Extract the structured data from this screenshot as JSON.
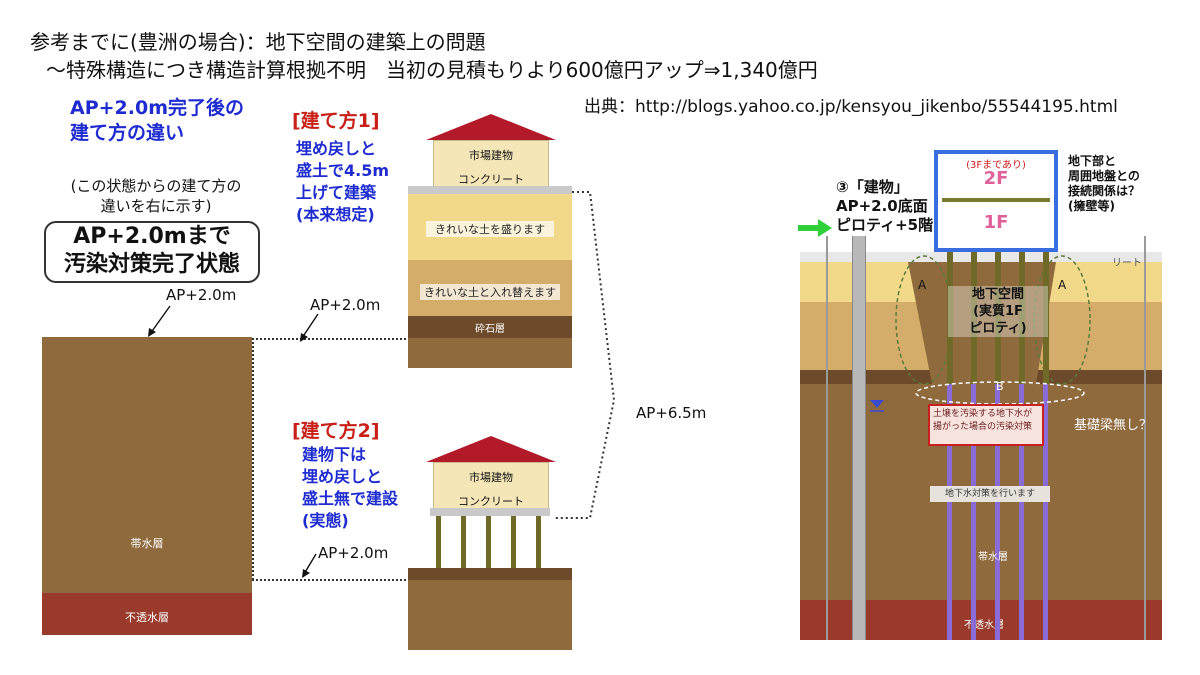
{
  "header": {
    "line1": "参考までに(豊洲の場合)：地下空間の建築上の問題",
    "line2": "～特殊構造につき構造計算根拠不明　当初の見積もりより600億円アップ⇒1,340億円",
    "source": "出典：http://blogs.yahoo.co.jp/kensyou_jikenbo/55544195.html"
  },
  "left_panel": {
    "title_line1": "AP+2.0m完了後の",
    "title_line2": "建て方の違い",
    "note_line1": "(この状態からの建て方の",
    "note_line2": "違いを右に示す)",
    "box_line1": "AP+2.0mまで",
    "box_line2": "汚染対策完了状態",
    "ap_label": "AP+2.0m",
    "aquifer": "帯水層",
    "impermeable": "不透水層"
  },
  "method1": {
    "title": "[建て方1]",
    "desc_line1": "埋め戻しと",
    "desc_line2": "盛土で4.5m",
    "desc_line3": "上げて建築",
    "desc_line4": "(本来想定)",
    "building": "市場建物",
    "concrete": "コンクリート",
    "fill_clean": "きれいな土を盛ります",
    "replace_clean": "きれいな土と入れ替えます",
    "gravel": "砕石層",
    "ap_label": "AP+2.0m"
  },
  "method2": {
    "title": "[建て方2]",
    "desc_line1": "建物下は",
    "desc_line2": "埋め戻しと",
    "desc_line3": "盛土無で建設",
    "desc_line4": "(実態)",
    "building": "市場建物",
    "concrete": "コンクリート",
    "ap_label": "AP+2.0m"
  },
  "ap65": "AP+6.5m",
  "right_panel": {
    "label_line1": "③「建物」",
    "label_line2": "AP+2.0底面",
    "label_line3": "ピロティ+5階",
    "top_red": "(3Fまであり)",
    "floor2": "2F",
    "floor1": "1F",
    "q_line1": "地下部と",
    "q_line2": "周囲地盤との",
    "q_line3": "接続関係は？",
    "q_line4": "(擁壁等)",
    "a_left": "A",
    "a_right": "A",
    "b_label": "B",
    "reet": "リート",
    "underground_line1": "地下空間",
    "underground_line2": "(実質1F",
    "underground_line3": "ピロティ)",
    "no_beam": "基礎梁無し？",
    "red_box": "土壌を汚染する地下水が揚がった場合の汚染対策",
    "gray_label": "地下水対策を行います",
    "aquifer": "帯水層",
    "impermeable": "不透水層"
  },
  "colors": {
    "soil_brown": "#8f6a3d",
    "clay_red": "#9a3a2c",
    "fill_yellow": "#f2d98a",
    "roof_red": "#b21a2a",
    "blue_text": "#1e2bd0",
    "red_text": "#c81f16",
    "purple_pile": "#8a6cd6",
    "column_olive": "#6f6a28"
  }
}
